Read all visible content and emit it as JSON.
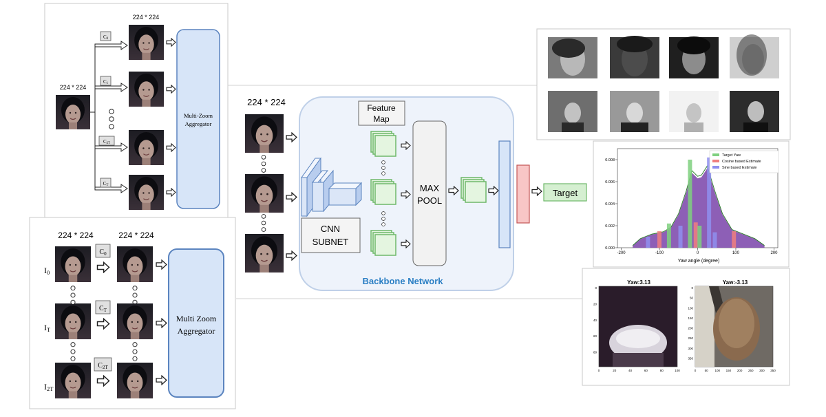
{
  "top_panel": {
    "input_size": "224 * 224",
    "crop_size": "224 * 224",
    "crops": [
      "C0",
      "C1",
      "C2T",
      "CT"
    ],
    "aggregator": [
      "Multi-Zoom",
      "Aggregator"
    ]
  },
  "bottom_panel": {
    "size_left": "224 * 224",
    "size_right": "224 * 224",
    "inputs": [
      "I0",
      "IT",
      "I2T"
    ],
    "crops": [
      "C0",
      "CT",
      "C2T"
    ],
    "aggregator": [
      "Multi Zoom",
      "Aggregator"
    ]
  },
  "backbone": {
    "input_size": "224 * 224",
    "feature_map": [
      "Feature",
      "Map"
    ],
    "cnn_subnet": [
      "CNN",
      "SUBNET"
    ],
    "max_pool": [
      "MAX",
      "POOL"
    ],
    "label": "Backbone Network",
    "target": "Target"
  },
  "chart_data": {
    "type": "histogram",
    "xlabel": "Yaw angle (degree)",
    "x_ticks": [
      -200,
      -100,
      0,
      100,
      200
    ],
    "y_ticks": [
      "0.000",
      "0.002",
      "0.004",
      "0.006",
      "0.008"
    ],
    "legend": [
      "Target Yaw",
      "Cosine based Estimate",
      "Sine based Estimate"
    ],
    "colors": [
      "#7fd07f",
      "#f07f7f",
      "#8f8fef"
    ],
    "density_curve": [
      [
        -170,
        0.0002
      ],
      [
        -150,
        0.0008
      ],
      [
        -120,
        0.0012
      ],
      [
        -90,
        0.0014
      ],
      [
        -70,
        0.0018
      ],
      [
        -50,
        0.003
      ],
      [
        -30,
        0.005
      ],
      [
        -15,
        0.0068
      ],
      [
        0,
        0.0063
      ],
      [
        10,
        0.0064
      ],
      [
        25,
        0.0072
      ],
      [
        45,
        0.005
      ],
      [
        65,
        0.003
      ],
      [
        90,
        0.0016
      ],
      [
        120,
        0.0012
      ],
      [
        150,
        0.0008
      ],
      [
        175,
        0.0002
      ]
    ],
    "spikes": [
      [
        -130,
        0.001
      ],
      [
        -100,
        0.0015
      ],
      [
        -75,
        0.0022
      ],
      [
        -45,
        0.002
      ],
      [
        -5,
        0.0023
      ],
      [
        5,
        0.002
      ],
      [
        45,
        0.0014
      ],
      [
        95,
        0.0015
      ],
      [
        -20,
        0.008
      ],
      [
        30,
        0.0082
      ]
    ]
  },
  "samples": {
    "left_title": "Yaw:3.13",
    "right_title": "Yaw:-3.13",
    "left_yticks": [
      "0",
      "20",
      "40",
      "60",
      "80"
    ],
    "left_xticks": [
      "0",
      "20",
      "40",
      "60",
      "80",
      "100"
    ],
    "right_yticks": [
      "0",
      "50",
      "100",
      "150",
      "200",
      "250",
      "300",
      "350"
    ],
    "right_xticks": [
      "0",
      "50",
      "100",
      "150",
      "200",
      "250",
      "300",
      "350"
    ]
  }
}
